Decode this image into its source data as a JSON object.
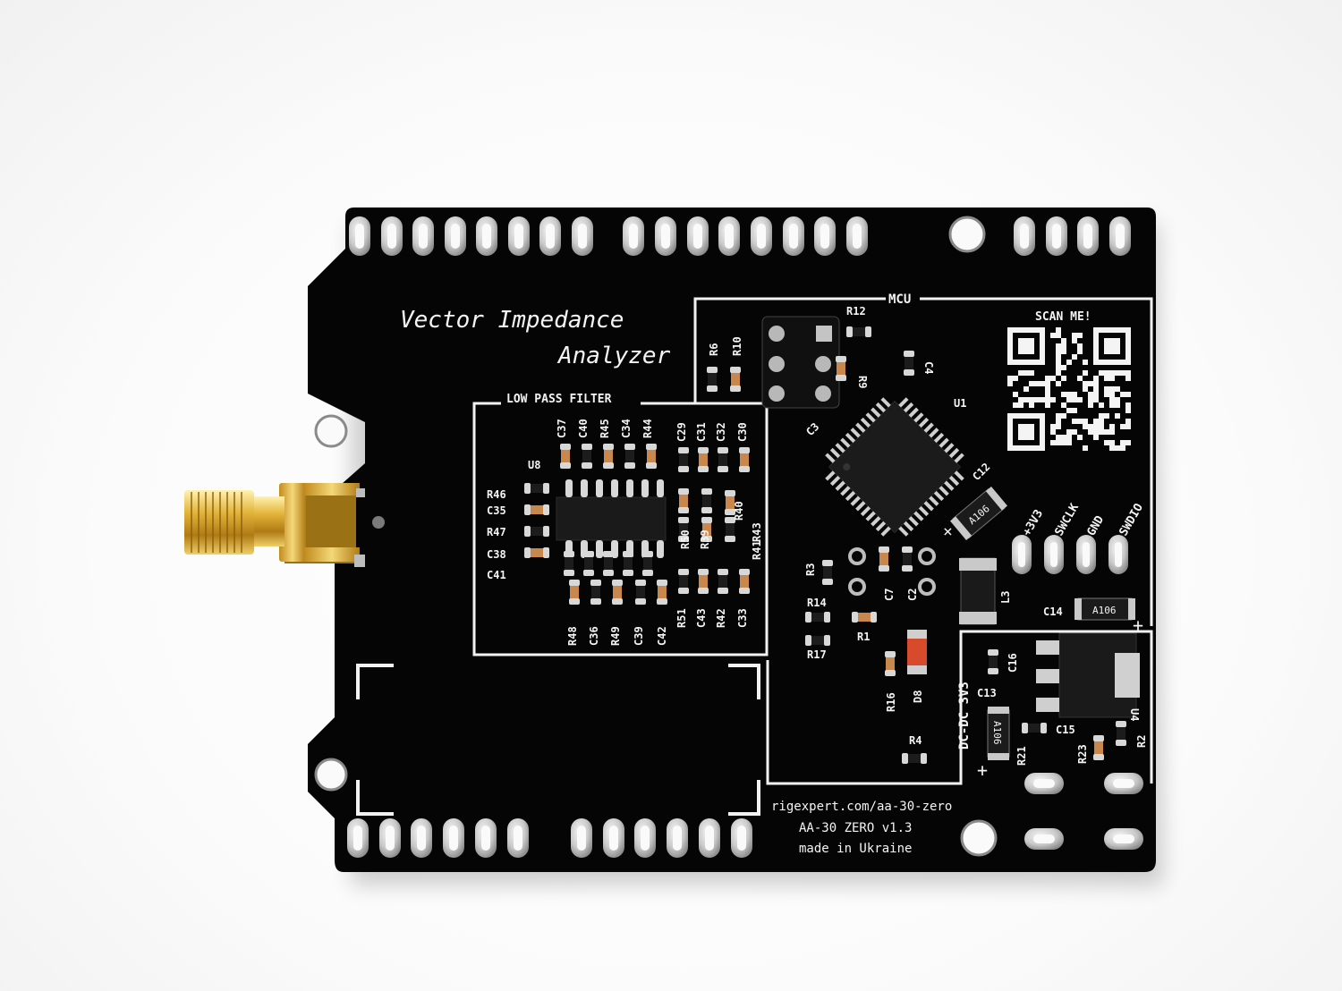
{
  "board": {
    "title_line1": "Vector Impedance",
    "title_line2": "Analyzer",
    "lpf_label": "LOW PASS FILTER",
    "mcu_label": "MCU",
    "scan_label": "SCAN ME!",
    "website": "rigexpert.com/aa-30-zero",
    "model": "AA-30 ZERO v1.3",
    "origin": "made in Ukraine",
    "dcdc_label": "DC-DC 3V3",
    "pin_labels": [
      "+3V3",
      "SWCLK",
      "GND",
      "SWDIO"
    ],
    "chip_marking": "A106",
    "colors": {
      "pcb": "#050505",
      "silkscreen": "#f4f4f4",
      "copper_pad": "#d8d8d8",
      "connector_gold": "#d4a017",
      "smd_resistor": "#c8874d"
    }
  },
  "designators": {
    "lpf": [
      "C37",
      "C40",
      "R45",
      "C34",
      "R44",
      "C29",
      "C31",
      "C32",
      "C30",
      "U8",
      "R46",
      "C35",
      "R47",
      "C38",
      "C41",
      "R50",
      "R39",
      "R40",
      "R43",
      "R41",
      "R48",
      "C36",
      "R49",
      "C39",
      "C42",
      "R51",
      "C43",
      "R42",
      "C33"
    ],
    "mcu": [
      "R6",
      "R10",
      "R12",
      "R9",
      "C4",
      "U1",
      "C3",
      "C12"
    ],
    "misc": [
      "R3",
      "C7",
      "C2",
      "L3",
      "R14",
      "R1",
      "R17",
      "C14",
      "C16",
      "C13",
      "R16",
      "D8",
      "R4",
      "C15",
      "R23",
      "R21",
      "U4",
      "R2"
    ]
  }
}
